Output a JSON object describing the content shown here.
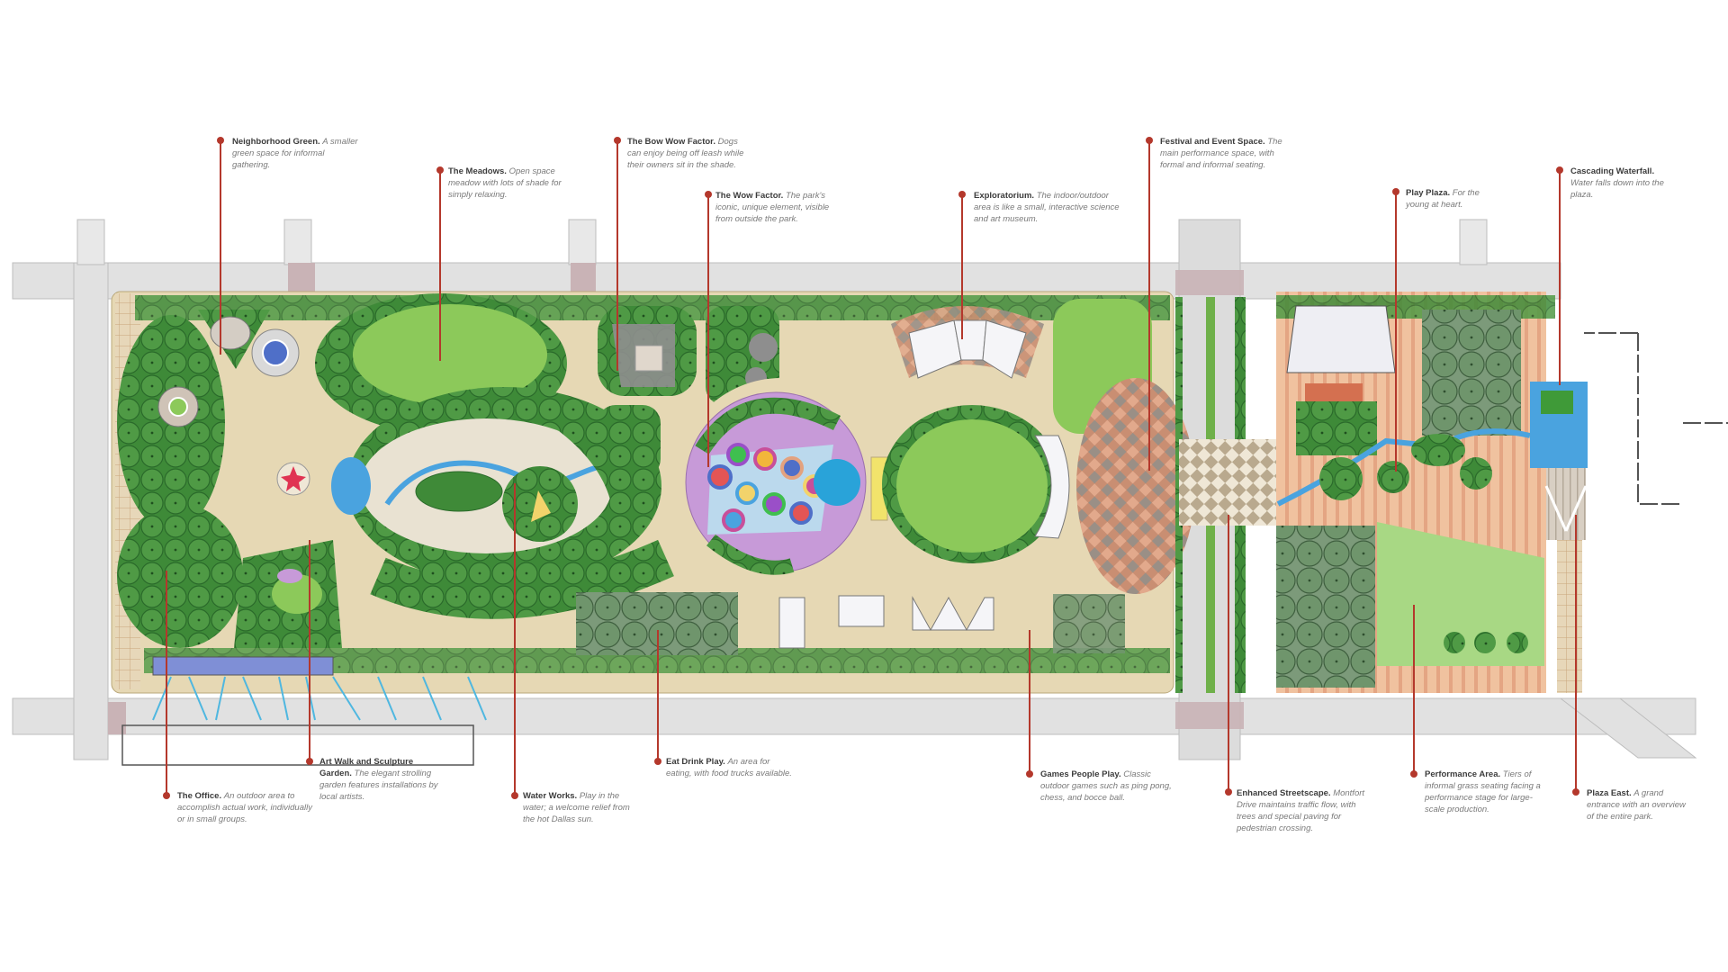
{
  "diagram": {
    "type": "landscape-site-plan",
    "subject": "Urban park master plan with annotated program areas",
    "colors": {
      "leader_line": "#b4382c",
      "lawn": "#8cc95a",
      "tree_canopy": "#3f8f3a",
      "path_paving": "#e6d8b4",
      "street": "#dcdcdc",
      "crosswalk": "#c9b3b6",
      "water": "#4aa3df",
      "play_plaza_purple": "#c79ad8",
      "plaza_terracotta": "#e3a27f"
    }
  },
  "callouts": {
    "top": [
      {
        "id": "neighborhood-green",
        "title": "Neighborhood Green.",
        "desc": "A smaller green space for informal gathering."
      },
      {
        "id": "the-meadows",
        "title": "The Meadows.",
        "desc": "Open space meadow with lots of shade for simply relaxing."
      },
      {
        "id": "bow-wow-factor",
        "title": "The Bow Wow Factor.",
        "desc": "Dogs can enjoy being off leash while their owners sit in the shade."
      },
      {
        "id": "wow-factor",
        "title": "The Wow Factor.",
        "desc": "The park's iconic, unique element, visible from outside the park."
      },
      {
        "id": "exploratorium",
        "title": "Exploratorium.",
        "desc": "The indoor/outdoor area is like a small, interactive science and art museum."
      },
      {
        "id": "festival-event-space",
        "title": "Festival and Event Space.",
        "desc": "The main performance space, with formal and informal seating."
      },
      {
        "id": "play-plaza",
        "title": "Play Plaza.",
        "desc": "For the young at heart."
      },
      {
        "id": "cascading-waterfall",
        "title": "Cascading Waterfall.",
        "desc": "Water falls down into the plaza."
      }
    ],
    "bottom": [
      {
        "id": "the-office",
        "title": "The Office.",
        "desc": "An outdoor area to accomplish actual work, individually or in small groups."
      },
      {
        "id": "art-walk",
        "title": "Art Walk and Sculpture Garden.",
        "desc": "The elegant strolling garden features installations by local artists."
      },
      {
        "id": "water-works",
        "title": "Water Works.",
        "desc": "Play in the water; a welcome relief from the hot Dallas sun."
      },
      {
        "id": "eat-drink-play",
        "title": "Eat Drink Play.",
        "desc": "An area for eating, with food trucks available."
      },
      {
        "id": "games-people-play",
        "title": "Games People Play.",
        "desc": "Classic outdoor games such as ping pong, chess, and bocce ball."
      },
      {
        "id": "enhanced-streetscape",
        "title": "Enhanced Streetscape.",
        "desc": "Montfort Drive maintains traffic flow, with trees and special paving for pedestrian crossing."
      },
      {
        "id": "performance-area",
        "title": "Performance Area.",
        "desc": "Tiers of informal grass seating facing a performance stage for large-scale production."
      },
      {
        "id": "plaza-east",
        "title": "Plaza East.",
        "desc": "A grand entrance with an overview of the entire park."
      }
    ]
  }
}
